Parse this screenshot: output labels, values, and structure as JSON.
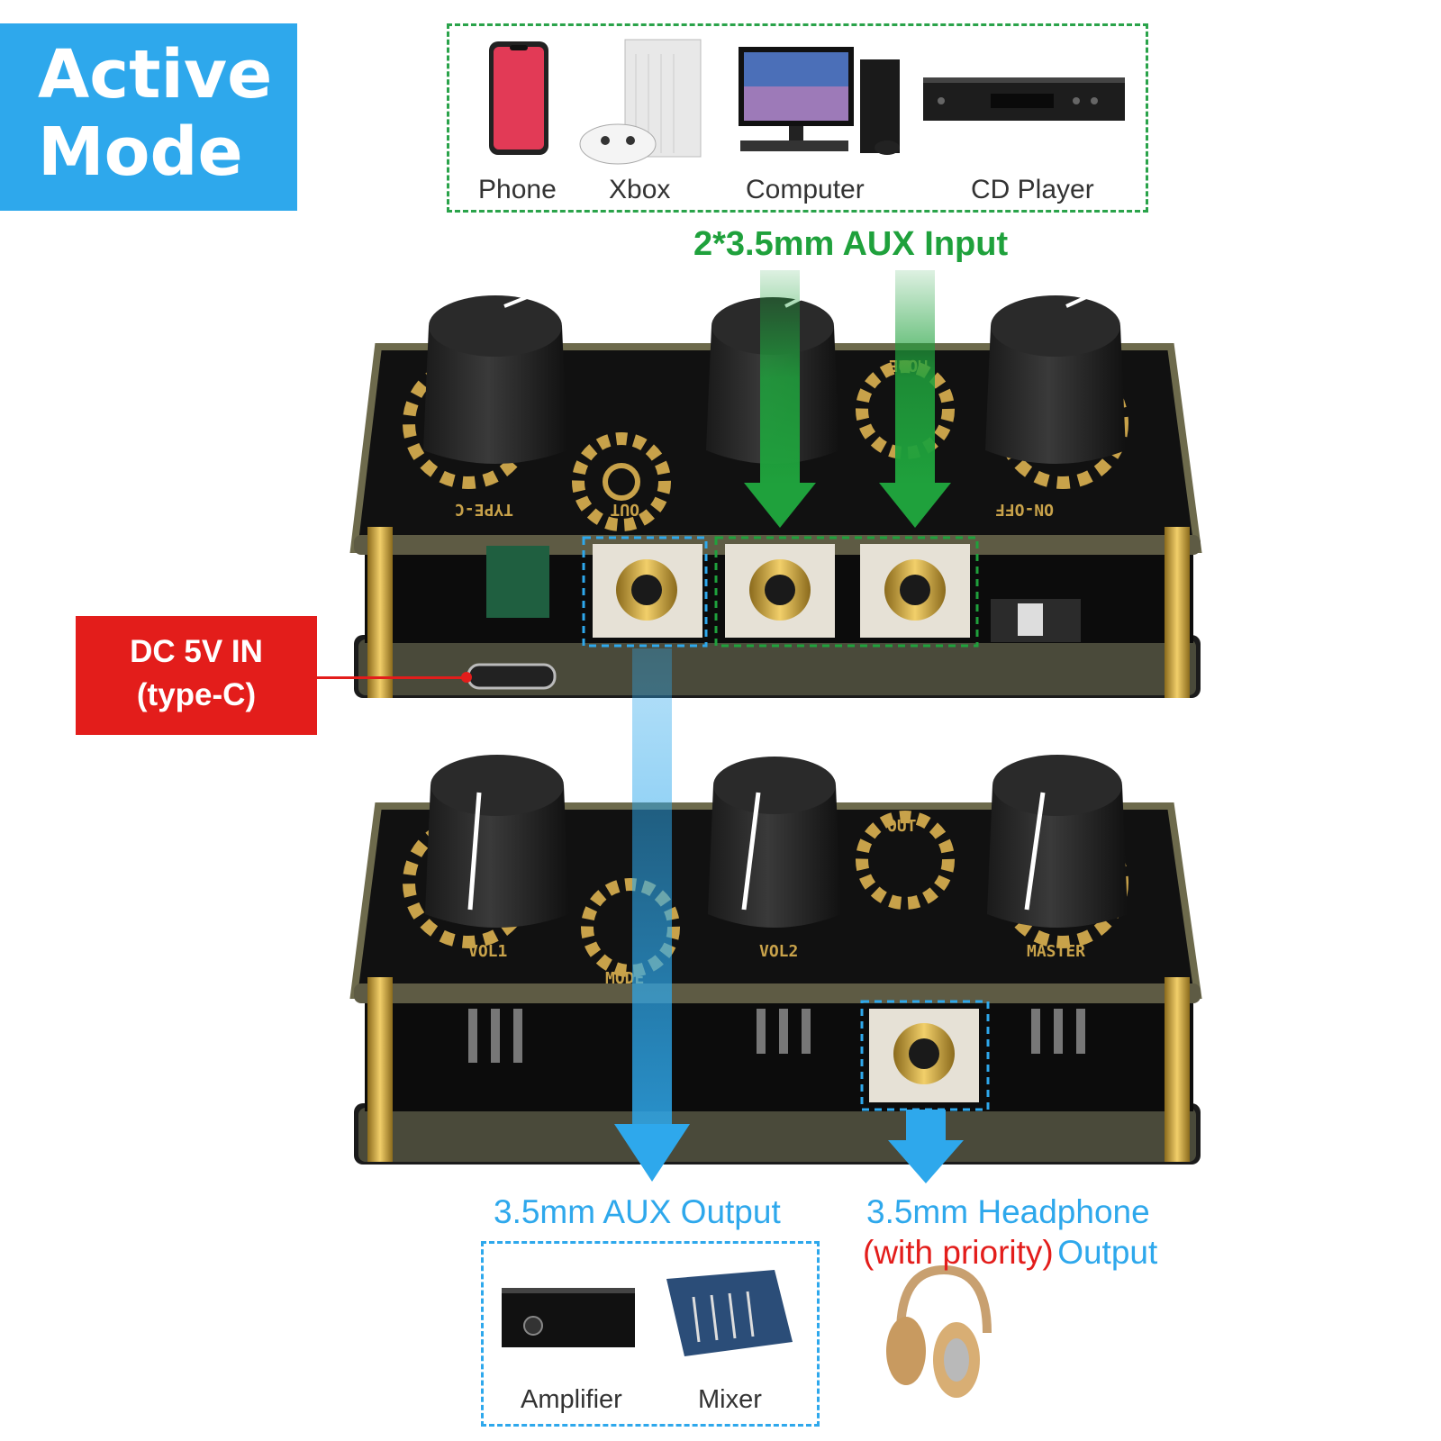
{
  "mode_badge": {
    "line1": "Active",
    "line2": "Mode",
    "color": "#2ea8ec"
  },
  "input_sources": {
    "title": "2*3.5mm AUX Input",
    "devices": [
      {
        "label": "Phone",
        "icon": "phone-icon"
      },
      {
        "label": "Xbox",
        "icon": "xbox-icon"
      },
      {
        "label": "Computer",
        "icon": "computer-icon"
      },
      {
        "label": "CD Player",
        "icon": "cd-player-icon"
      }
    ],
    "color": "#1fa13c"
  },
  "power": {
    "line1": "DC 5V IN",
    "line2": "(type-C)",
    "color": "#e31d1b"
  },
  "aux_output": {
    "title": "3.5mm AUX Output",
    "devices": [
      {
        "label": "Amplifier",
        "icon": "amplifier-icon"
      },
      {
        "label": "Mixer",
        "icon": "mixer-icon"
      }
    ],
    "color": "#2ea8ec"
  },
  "headphone_output": {
    "line1": "3.5mm Headphone",
    "priority": "(with priority)",
    "output_word": "Output",
    "icon": "headphones-icon"
  },
  "board_top": {
    "silk_labels": [
      "TYPE-C",
      "OUT",
      "ON-OFF",
      "MODE"
    ]
  },
  "board_bottom": {
    "silk_labels": [
      "VOL1",
      "VOL2",
      "MASTER",
      "OUT",
      "MODE"
    ]
  }
}
